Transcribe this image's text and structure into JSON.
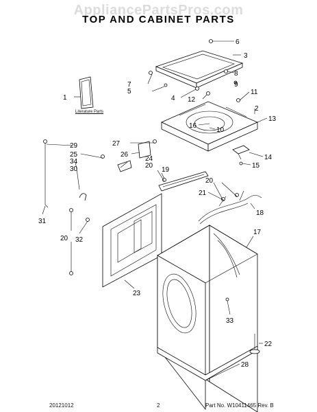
{
  "header": {
    "watermark": "AppliancePartsPros.com",
    "title": "TOP AND CABINET PARTS"
  },
  "literature_label": "Literature Parts",
  "callouts": [
    "1",
    "2",
    "3",
    "4",
    "5",
    "6",
    "7",
    "8",
    "9",
    "10",
    "11",
    "12",
    "13",
    "14",
    "15",
    "16",
    "17",
    "18",
    "19",
    "20",
    "20",
    "20",
    "21",
    "22",
    "23",
    "24",
    "25",
    "26",
    "27",
    "28",
    "29",
    "30",
    "31",
    "32",
    "33",
    "34"
  ],
  "footer": {
    "date_code": "20121012",
    "page_number": "2",
    "part_no": "Part No. W10411465 Rev. B"
  }
}
